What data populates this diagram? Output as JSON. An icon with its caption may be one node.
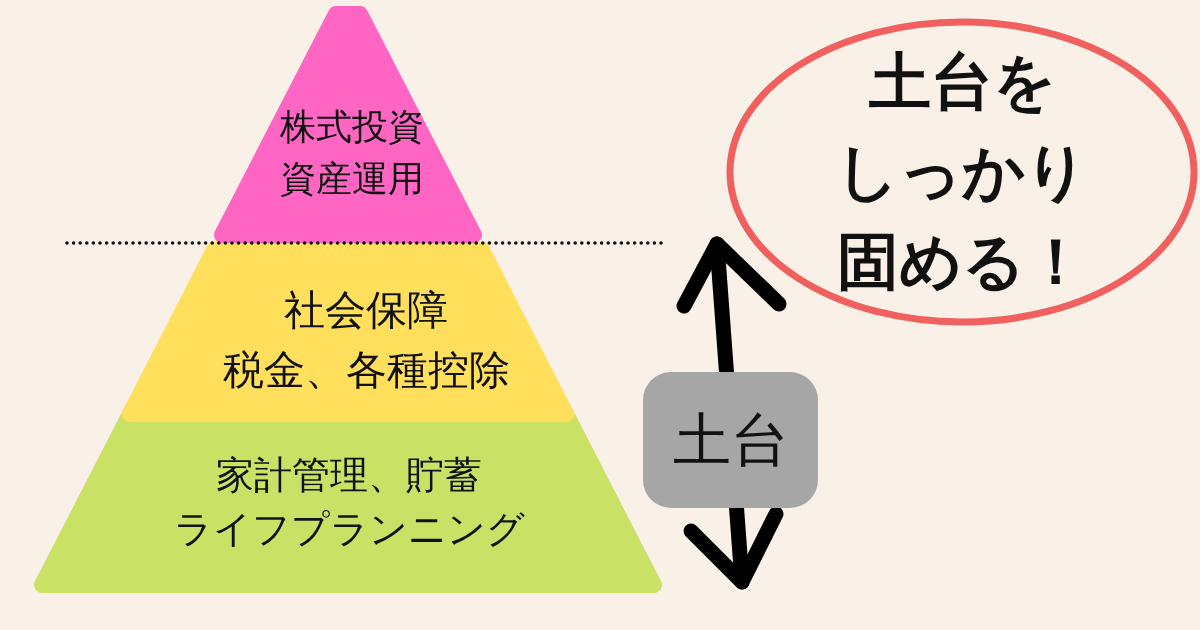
{
  "diagram": {
    "nodes": [
      {
        "text": [
          "株式投資",
          "資産運用"
        ]
      },
      {
        "text": [
          "社会保障",
          "税金、各種控除"
        ]
      },
      {
        "text": [
          "家計管理、貯蓄",
          "ライフプランニング"
        ]
      },
      {
        "text": [
          "土台"
        ]
      },
      {
        "text": [
          "土台を",
          "しっかり",
          "固める！"
        ]
      }
    ]
  }
}
